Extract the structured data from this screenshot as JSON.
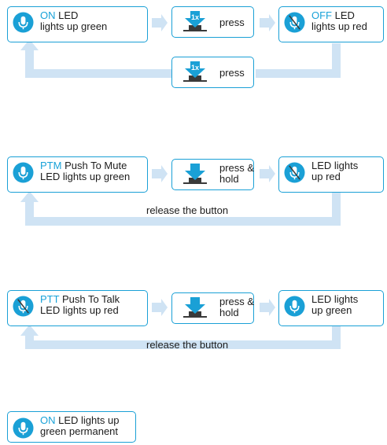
{
  "row1": {
    "on_box": {
      "highlight": "ON",
      "text1": " LED",
      "text2": "lights up green"
    },
    "press_box": {
      "badge": "1x",
      "label": "press"
    },
    "off_box": {
      "highlight": "OFF",
      "text1": " LED",
      "text2": "lights up red"
    },
    "return_box": {
      "badge": "1x",
      "label": "press"
    }
  },
  "row2": {
    "ptm_box": {
      "highlight": "PTM",
      "text1": " Push To Mute",
      "text2": "LED lights up green"
    },
    "hold_box": {
      "label1": "press &",
      "label2": "hold"
    },
    "result_box": {
      "text1": "LED lights",
      "text2": "up red"
    },
    "release": "release the button"
  },
  "row3": {
    "ptt_box": {
      "highlight": "PTT",
      "text1": " Push To Talk",
      "text2": "LED lights up red"
    },
    "hold_box": {
      "label1": "press &",
      "label2": "hold"
    },
    "result_box": {
      "text1": "LED lights",
      "text2": "up green"
    },
    "release": "release the button"
  },
  "row4": {
    "on_box": {
      "highlight": "ON",
      "text1": " LED lights up",
      "text2": "green permanent"
    }
  },
  "colors": {
    "accent": "#1aa0d6",
    "connector": "#cfe3f4",
    "icon_dark": "#3a3a3a"
  },
  "icons": {
    "mic": "microphone-icon",
    "mute": "muted-microphone-icon",
    "press": "press-button-icon"
  }
}
